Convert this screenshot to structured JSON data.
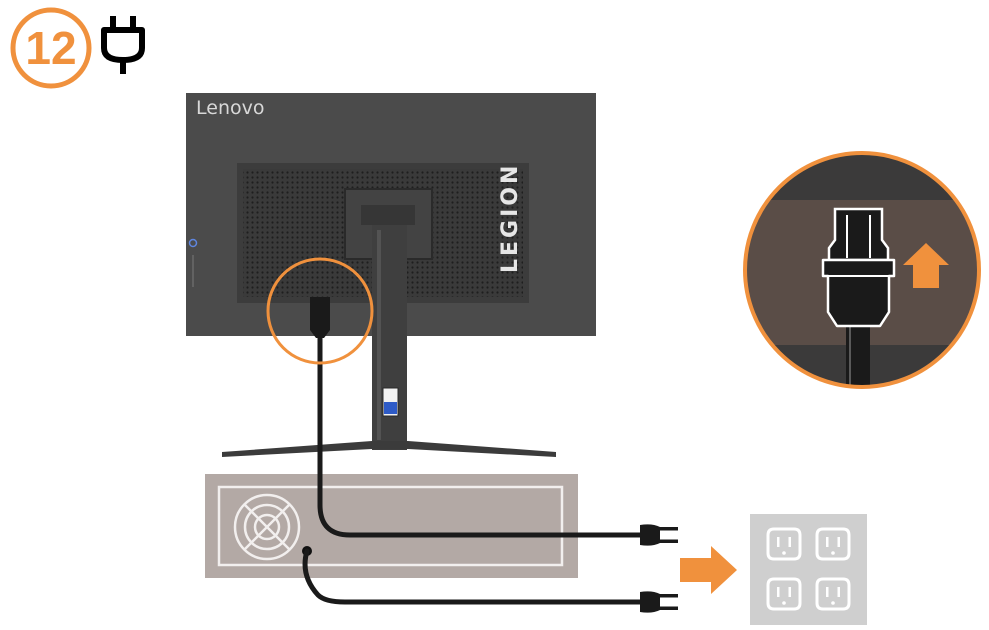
{
  "step": {
    "number": "12",
    "icon": "power-plug-icon"
  },
  "monitor": {
    "brand": "Lenovo",
    "series": "LEGION"
  },
  "colors": {
    "accent_orange": "#F0913D",
    "monitor_body": "#4B4B4B",
    "monitor_panel": "#3C3C3C",
    "stand": "#3F3F3F",
    "pc_case": "#B3A9A5",
    "outlet_plate": "#CFCFCF",
    "cable": "#1A1A1A",
    "zoom_wall": "#5A4D47",
    "zoom_strip": "#3B3A3A",
    "indicator_blue": "#2E5BC7"
  },
  "icons": {
    "fan": "fan-grille-icon",
    "arrow_right": "arrow-right-icon",
    "arrow_up": "arrow-up-icon",
    "outlets": "power-outlet-icon"
  }
}
